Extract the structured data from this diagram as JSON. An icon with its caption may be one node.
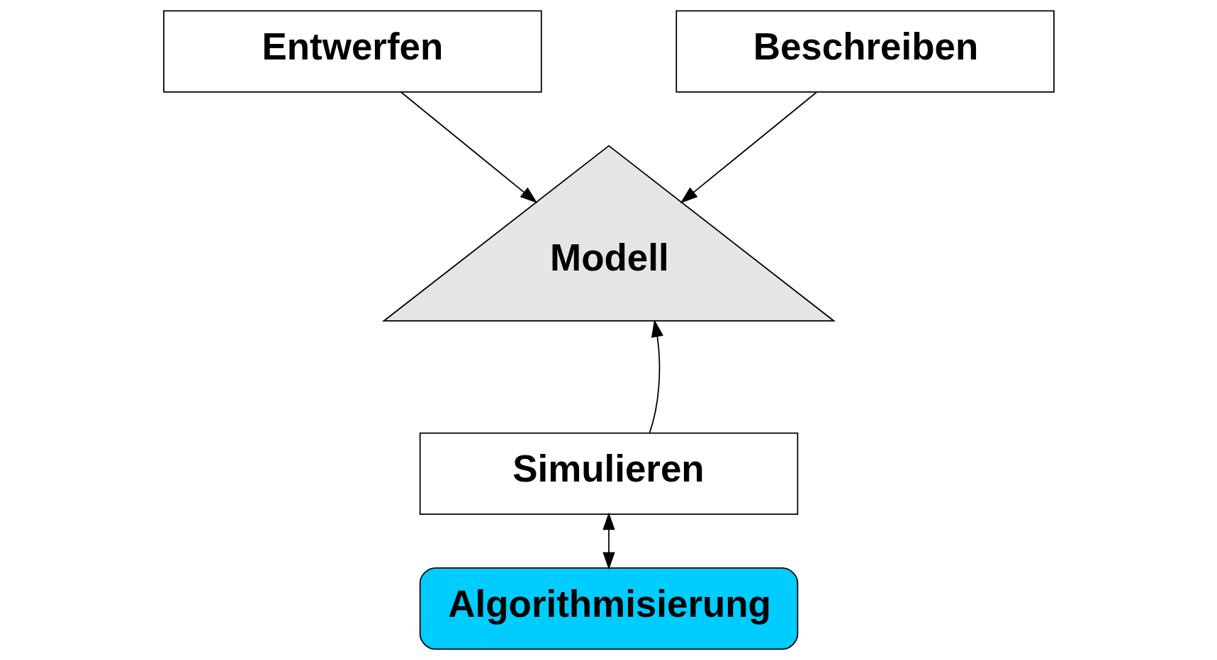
{
  "diagram": {
    "nodes": [
      {
        "text": [
          "Entwerfen"
        ]
      },
      {
        "text": [
          "Beschreiben"
        ]
      },
      {
        "text": [
          "Modell"
        ]
      },
      {
        "text": [
          "Simulieren"
        ]
      },
      {
        "text": [
          "Algorithmisierung"
        ]
      }
    ],
    "edges": [
      {
        "from": 0,
        "to": 2,
        "arrow": "to"
      },
      {
        "from": 1,
        "to": 2,
        "arrow": "to"
      },
      {
        "from": 3,
        "to": 2,
        "arrow": "to"
      },
      {
        "from": 3,
        "to": 4,
        "arrow": "both"
      }
    ]
  }
}
